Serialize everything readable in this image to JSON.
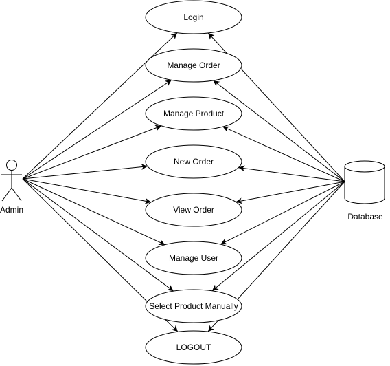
{
  "actors": {
    "admin": {
      "label": "Admin"
    },
    "database": {
      "label": "Database"
    }
  },
  "use_cases": [
    {
      "id": "login",
      "label": "Login"
    },
    {
      "id": "manage-order",
      "label": "Manage Order"
    },
    {
      "id": "manage-product",
      "label": "Manage Product"
    },
    {
      "id": "new-order",
      "label": "New Order"
    },
    {
      "id": "view-order",
      "label": "View Order"
    },
    {
      "id": "manage-user",
      "label": "Manage User"
    },
    {
      "id": "select-product-manually",
      "label": "Select Product Manually"
    },
    {
      "id": "logout",
      "label": "LOGOUT"
    }
  ],
  "connections": [
    {
      "from": "admin",
      "to": "login"
    },
    {
      "from": "admin",
      "to": "manage-order"
    },
    {
      "from": "admin",
      "to": "manage-product"
    },
    {
      "from": "admin",
      "to": "new-order"
    },
    {
      "from": "admin",
      "to": "view-order"
    },
    {
      "from": "admin",
      "to": "manage-user"
    },
    {
      "from": "admin",
      "to": "select-product-manually"
    },
    {
      "from": "admin",
      "to": "logout"
    },
    {
      "from": "database",
      "to": "login"
    },
    {
      "from": "database",
      "to": "manage-order"
    },
    {
      "from": "database",
      "to": "manage-product"
    },
    {
      "from": "database",
      "to": "new-order"
    },
    {
      "from": "database",
      "to": "view-order"
    },
    {
      "from": "database",
      "to": "manage-user"
    },
    {
      "from": "database",
      "to": "select-product-manually"
    },
    {
      "from": "database",
      "to": "logout"
    }
  ],
  "colors": {
    "stroke": "#000000",
    "fill": "#ffffff"
  }
}
